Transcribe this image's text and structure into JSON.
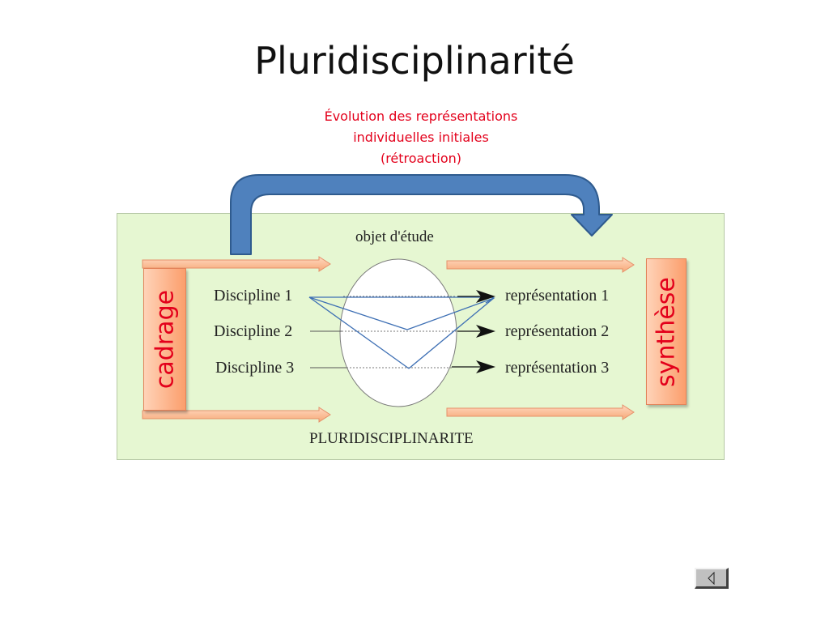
{
  "slide": {
    "title": "Pluridisciplinarité",
    "caption_lines": [
      "Évolution des représentations",
      "individuelles initiales",
      "(rétroaction)"
    ]
  },
  "diagram": {
    "object_label": "objet d'étude",
    "disciplines": [
      "Discipline 1",
      "Discipline 2",
      "Discipline 3"
    ],
    "representations": [
      "représentation 1",
      "représentation 2",
      "représentation 3"
    ],
    "left_box_label": "cadrage",
    "right_box_label": "synthèse",
    "bottom_label": "PLURIDISCIPLINARITE"
  },
  "colors": {
    "panel_background": "#e6f7d2",
    "caption_text": "#e3001b",
    "feedback_arrow": "#4f81bd",
    "orange_box": "#fb9e6c",
    "connector_lines": "#3d6fb4"
  },
  "navigation": {
    "back_icon": "back-triangle-icon"
  }
}
